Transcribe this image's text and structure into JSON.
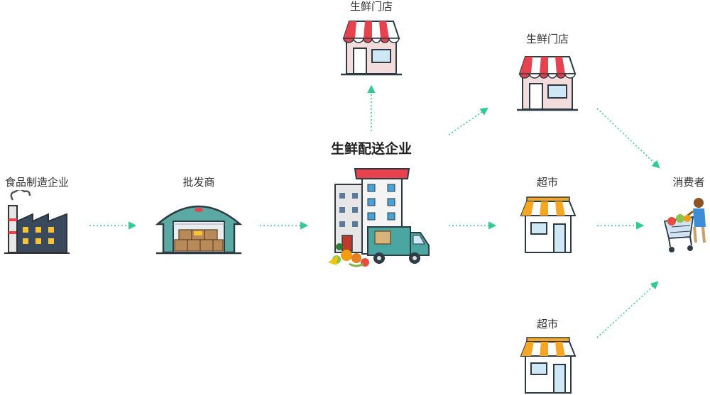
{
  "nodes": {
    "manufacturer": {
      "label": "食品制造企业"
    },
    "wholesaler": {
      "label": "批发商"
    },
    "distributor": {
      "label": "生鲜配送企业"
    },
    "store_top": {
      "label": "生鲜门店"
    },
    "store_right": {
      "label": "生鲜门店"
    },
    "supermarket_mid": {
      "label": "超市"
    },
    "supermarket_bottom": {
      "label": "超市"
    },
    "consumer": {
      "label": "消费者"
    }
  },
  "colors": {
    "arrow": "#2ecc8f",
    "awning_red": "#e8424f",
    "awning_orange": "#f5a623",
    "factory_body": "#3a4a5c",
    "window_yellow": "#f7c531",
    "truck_teal": "#4aa6a0",
    "warehouse_teal": "#5aa9a3"
  },
  "icons": {
    "manufacturer": "factory-icon",
    "wholesaler": "warehouse-icon",
    "distributor": "distribution-center-icon",
    "store": "fresh-store-icon",
    "supermarket": "supermarket-icon",
    "consumer": "shopper-cart-icon"
  }
}
